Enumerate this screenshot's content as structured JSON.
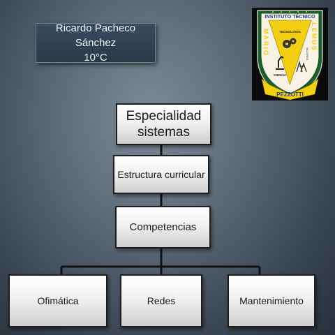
{
  "author": {
    "name": "Ricardo Pacheco Sánchez",
    "grade": "10°C"
  },
  "logo": {
    "top_text": "INSTITUTO TÉCNICO",
    "left_text": "MARIO",
    "right_text": "LEMUS",
    "bottom_text": "PEZZOTTI",
    "inner_top": "TECNOLOGÍA",
    "inner_left": "CIENCIA",
    "inner_right": "VALORES",
    "colors": {
      "border": "#1d5e2a",
      "ribbon": "#f3cf14",
      "shield": "#f7f2e4"
    }
  },
  "diagram": {
    "root": "Especialidad sistemas",
    "level1": "Estructura curricular",
    "level2": "Competencias",
    "leaves": [
      "Ofimática",
      "Redes",
      "Mantenimiento"
    ]
  }
}
